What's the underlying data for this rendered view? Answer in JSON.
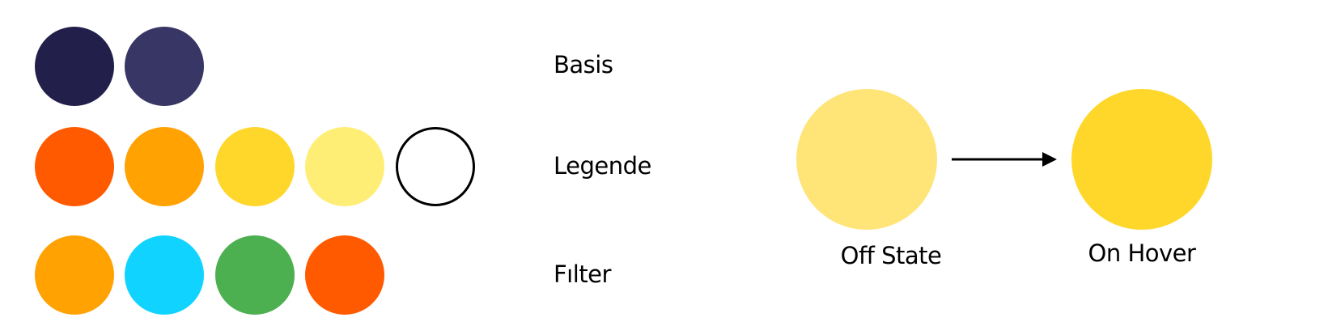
{
  "rows": [
    {
      "label": "Basis",
      "colors": [
        "#22204a",
        "#383665"
      ]
    },
    {
      "label": "Legende",
      "colors": [
        "#ff5a00",
        "#ffa202",
        "#ffd72a",
        "#ffee75",
        "outline"
      ]
    },
    {
      "label": "Fılter",
      "colors": [
        "#ffa202",
        "#10d4ff",
        "#4caf50",
        "#ff5a00"
      ]
    }
  ],
  "states": {
    "off": {
      "label": "Off State",
      "color": "#ffe477"
    },
    "hover": {
      "label": "On Hover",
      "color": "#ffd72a"
    }
  }
}
